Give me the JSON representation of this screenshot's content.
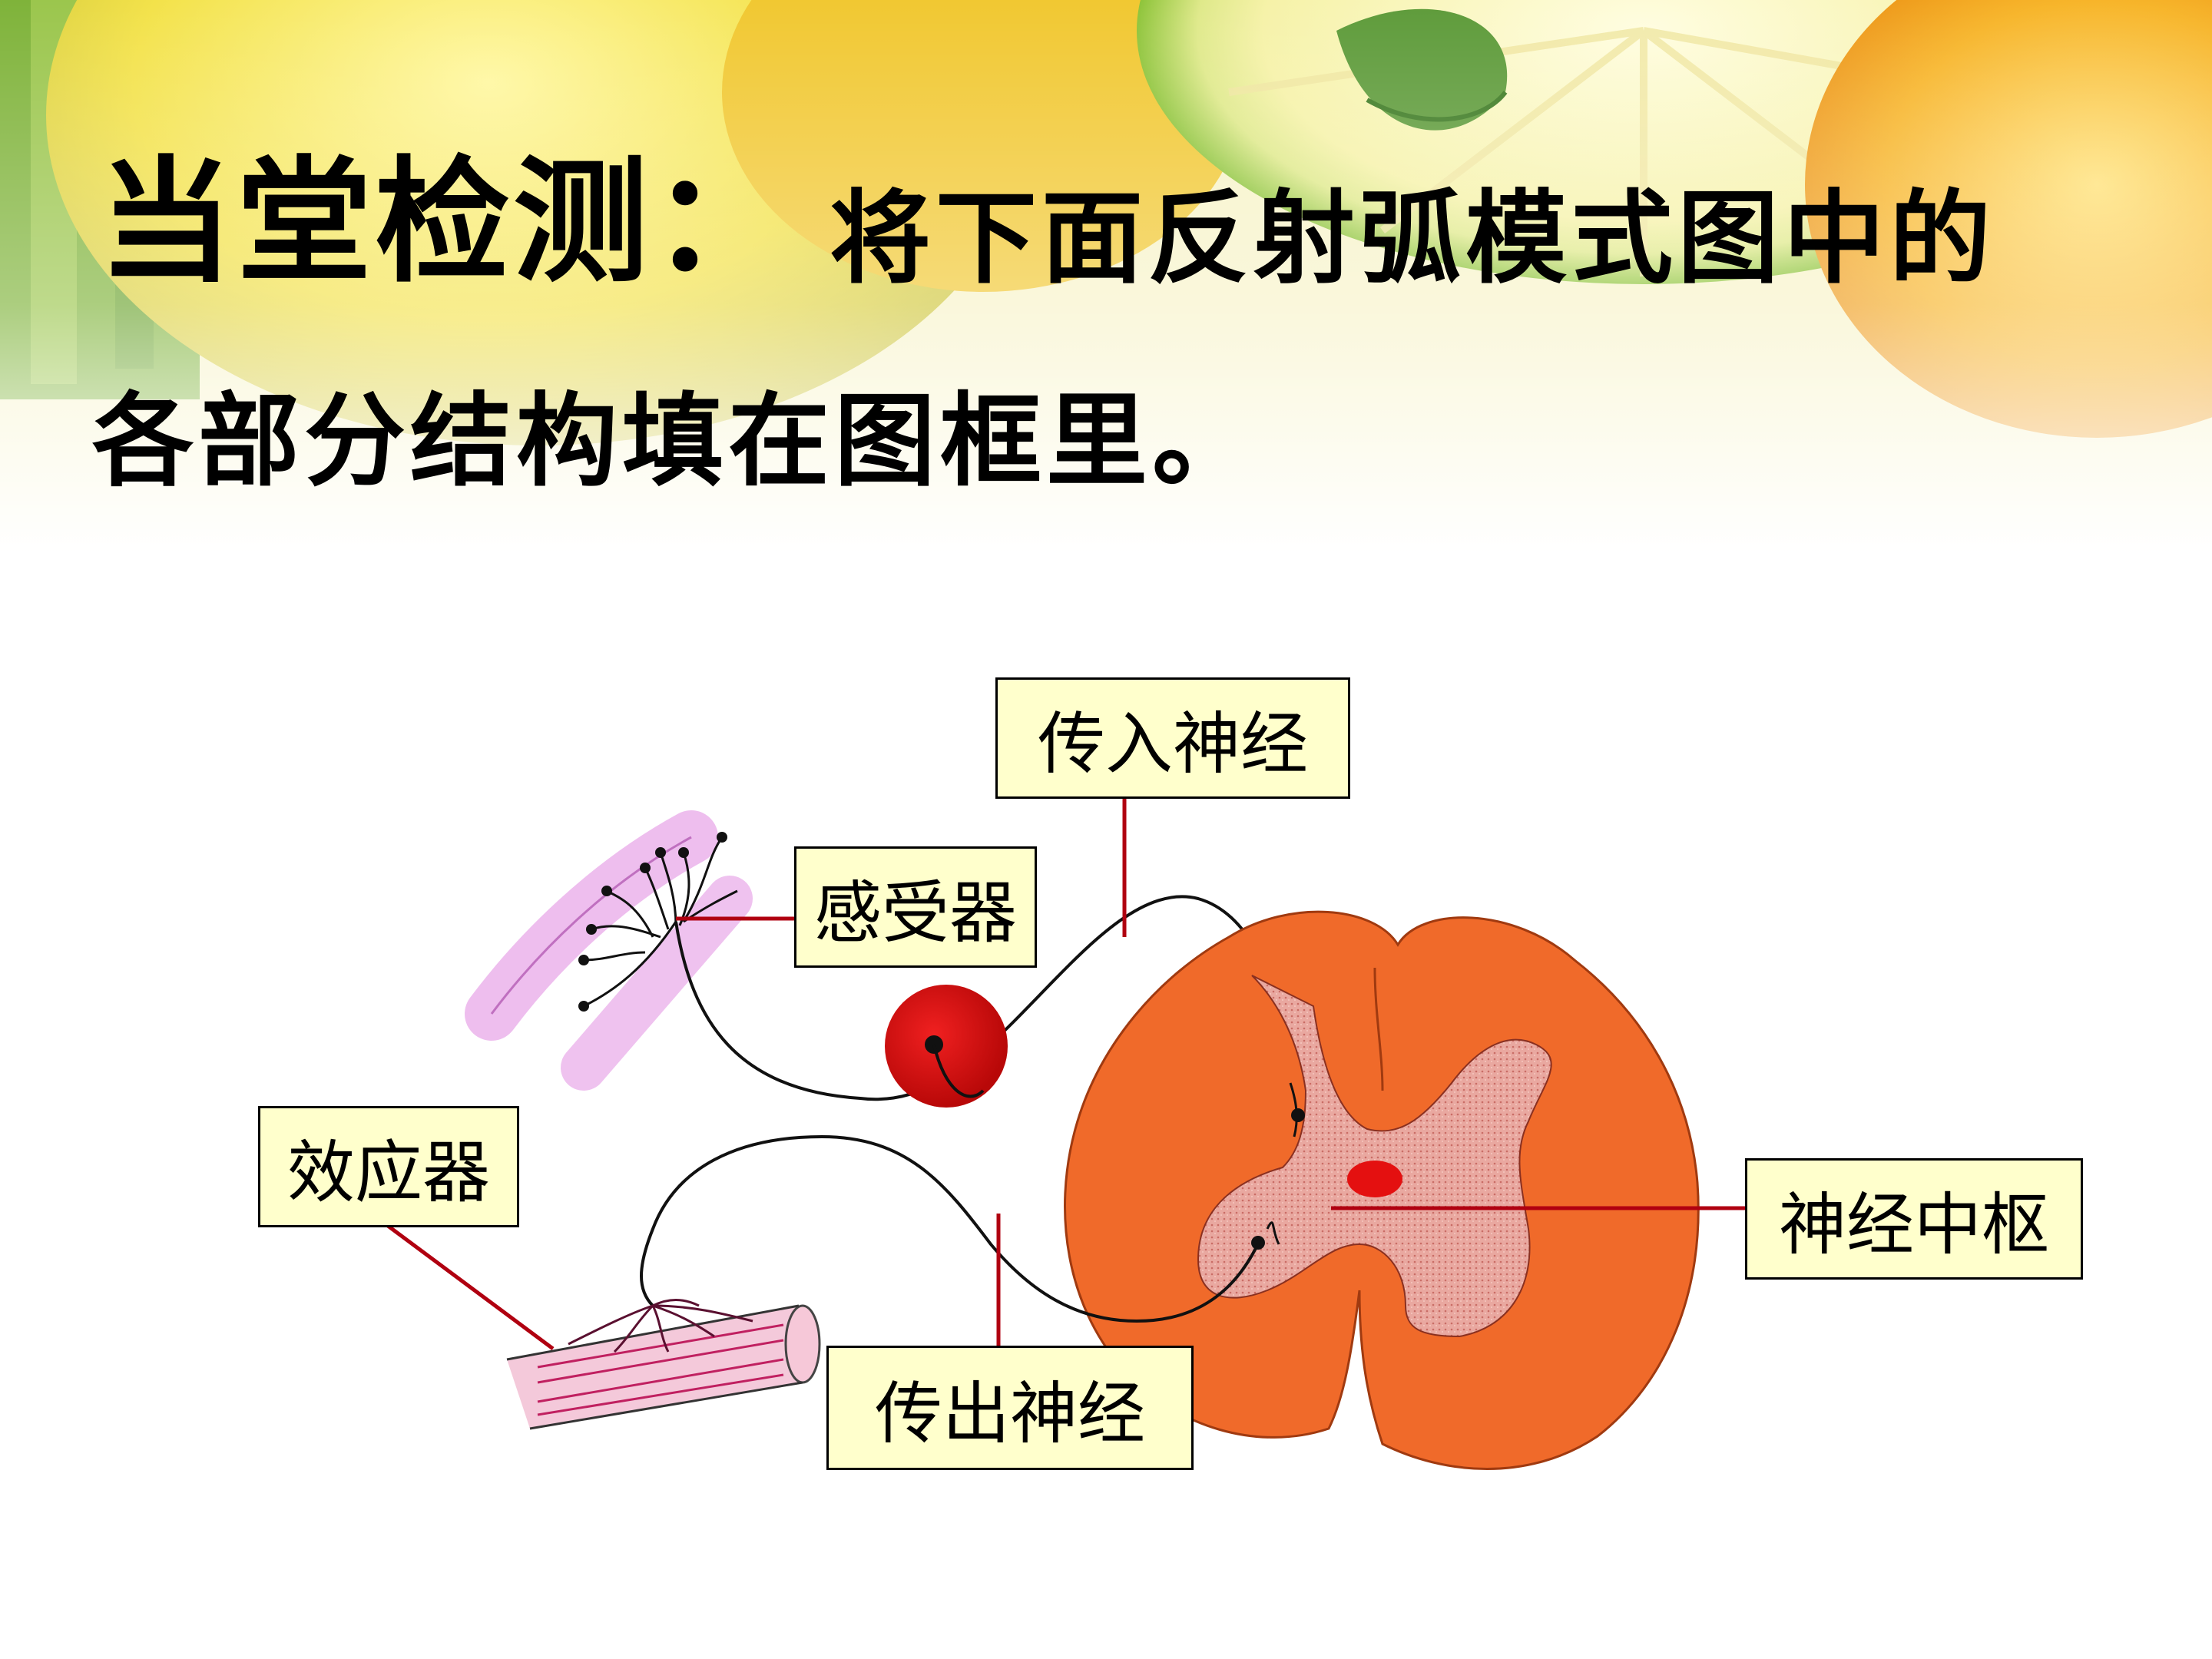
{
  "title": {
    "heading": "当堂检测：",
    "prompt_line1": "将下面反射弧模式图中的",
    "prompt_line2": "各部分结构填在图框里。"
  },
  "diagram": {
    "labels": {
      "afferent_nerve": "传入神经",
      "receptor": "感受器",
      "effector": "效应器",
      "nerve_center": "神经中枢",
      "efferent_nerve": "传出神经"
    },
    "colors": {
      "spinal_cord_outer": "#f06a2a",
      "gray_matter": "#e9a8a0",
      "leader_line": "#b00010",
      "ganglion": "#d40a0a",
      "skin": "#e8a8e8",
      "muscle": "#e890b0",
      "label_fill": "#ffffcc"
    }
  }
}
